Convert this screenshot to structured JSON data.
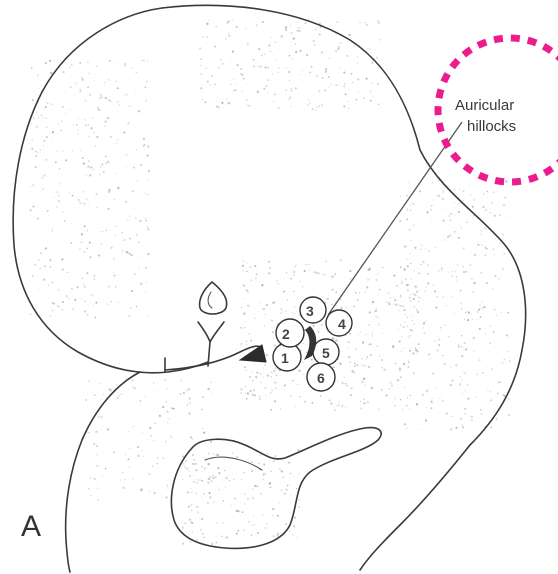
{
  "figure": {
    "panel_label": "A",
    "callout": {
      "line1": "Auricular",
      "line2": "hillocks",
      "highlight_color": "#ec1c8c"
    },
    "hillocks": [
      {
        "label": "1"
      },
      {
        "label": "2"
      },
      {
        "label": "3"
      },
      {
        "label": "4"
      },
      {
        "label": "5"
      },
      {
        "label": "6"
      }
    ],
    "colors": {
      "line": "#3a3a3a",
      "stipple": "#9a9a9a",
      "background": "#ffffff"
    }
  }
}
